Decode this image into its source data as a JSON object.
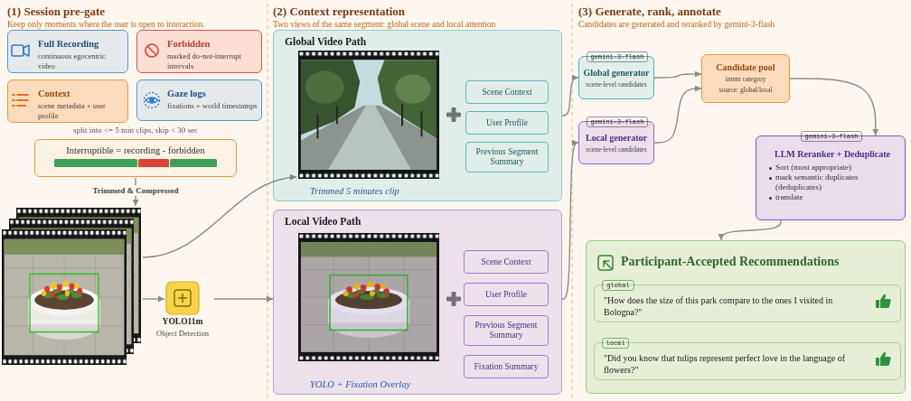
{
  "diagram": {
    "nodes": [
      {
        "text": [
          "Full Recording",
          "continuous egocentric video"
        ]
      },
      {
        "text": [
          "Forbidden",
          "marked do-not-interrupt intervals"
        ]
      },
      {
        "text": [
          "Context",
          "scene metadata + user profile"
        ]
      },
      {
        "text": [
          "Gaze logs",
          "fixations + world timestamps"
        ]
      },
      {
        "text": [
          "Interruptible = recording - forbidden"
        ]
      },
      {
        "text": [
          "YOLO11m",
          "Object Detection"
        ]
      },
      {
        "text": [
          "Global Video Path",
          "Trimmed 5 minutes clip"
        ]
      },
      {
        "text": [
          "Scene Context"
        ],
        "in": 6
      },
      {
        "text": [
          "User Profile"
        ],
        "in": 6
      },
      {
        "text": [
          "Previous Segment Summary"
        ],
        "in": 6
      },
      {
        "text": [
          "Local Video Path",
          "YOLO + Fixation Overlay"
        ]
      },
      {
        "text": [
          "Scene Context"
        ],
        "in": 10
      },
      {
        "text": [
          "User Profile"
        ],
        "in": 10
      },
      {
        "text": [
          "Previous Segment Summary"
        ],
        "in": 10
      },
      {
        "text": [
          "Fixation Summary"
        ],
        "in": 10
      },
      {
        "text": [
          "Global generator",
          "scene-level candidates"
        ]
      },
      {
        "text": [
          "gemini-3-flash"
        ],
        "in": 15
      },
      {
        "text": [
          "Local generator",
          "scene-level candidates"
        ]
      },
      {
        "text": [
          "gemini-3-flash"
        ],
        "in": 17
      },
      {
        "text": [
          "Candidate pool",
          "intent category",
          "source: global/local"
        ]
      },
      {
        "text": [
          "LLM Reranker + Deduplicate",
          "Sort (most appropriate)",
          "mark semantic duplicates (deduplicates)",
          "translate"
        ]
      },
      {
        "text": [
          "gemini-3-flash"
        ],
        "in": 20
      },
      {
        "text": [
          "Participant-Accepted Recommendations"
        ]
      },
      {
        "text": [
          "\"How does the size of this park compare to the ones I visited in Bologna?\""
        ],
        "in": 22
      },
      {
        "text": [
          "global"
        ],
        "in": 23
      },
      {
        "text": [
          "\"Did you know that tulips represent perfect love in the language of flowers?\""
        ],
        "in": 22
      },
      {
        "text": [
          "local"
        ],
        "in": 25
      }
    ],
    "edges": [
      {
        "from": 5,
        "to": 10,
        "arrow": "to"
      },
      {
        "from": 6,
        "to": 15,
        "arrow": "to"
      },
      {
        "from": 10,
        "to": 17,
        "arrow": "to"
      },
      {
        "from": 15,
        "to": 19,
        "arrow": "to"
      },
      {
        "from": 17,
        "to": 19,
        "arrow": "to"
      },
      {
        "from": 19,
        "to": 20,
        "arrow": "to"
      },
      {
        "from": 20,
        "to": 22,
        "arrow": "to"
      }
    ],
    "labels": [
      "(1) Session pre-gate",
      "Keep only moments where the user is open to interaction.",
      "split into <= 5 min clips, skip < 30 sec",
      "Trimmed & Compressed",
      "(2) Context representation",
      "Two views of the same segment: global scene and local attention",
      "(3) Generate, rank, annotate",
      "Candidates are generated and reranked by gemini-3-flash"
    ]
  }
}
